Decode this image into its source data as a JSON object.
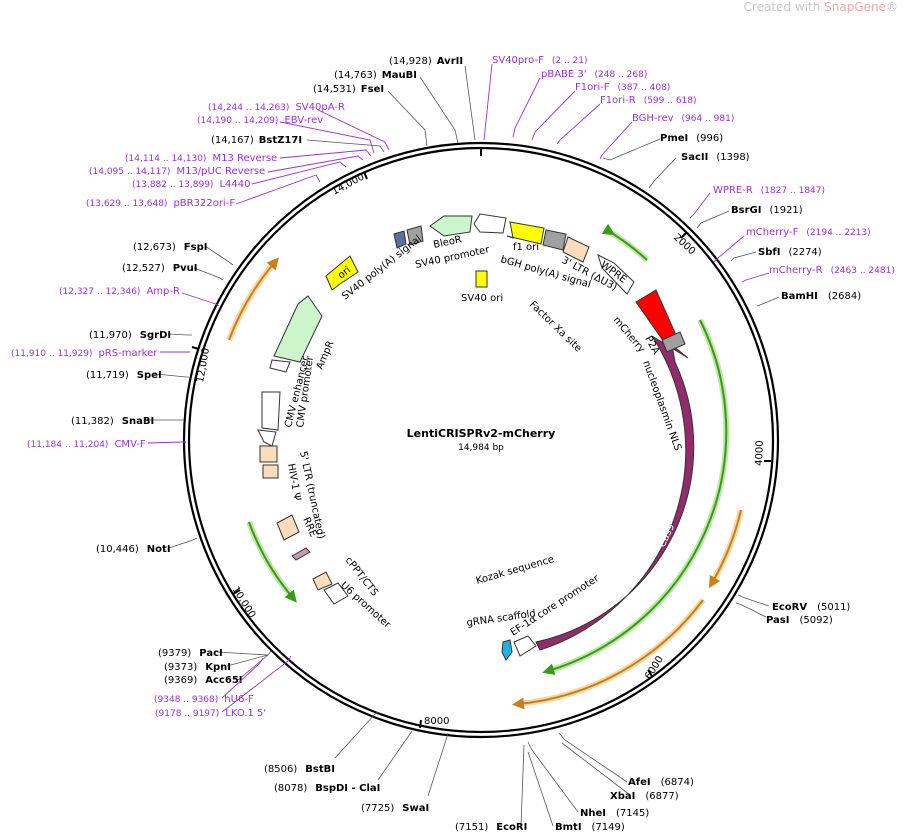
{
  "watermark": {
    "prefix": "Created with",
    "brand": "SnapGene",
    "mark": "®"
  },
  "plasmid": {
    "name": "LentiCRISPRv2-mCherry",
    "size_label": "14,984 bp",
    "length": 14984
  },
  "ticks": [
    "2000",
    "4000",
    "6000",
    "8000",
    "10,000",
    "12,000",
    "14,000"
  ],
  "sites": [
    {
      "name": "AvrII",
      "pos": "(14,928)",
      "bp": 14928
    },
    {
      "name": "MauBI",
      "pos": "(14,763)",
      "bp": 14763
    },
    {
      "name": "FseI",
      "pos": "(14,531)",
      "bp": 14531
    },
    {
      "name": "BstZ17I",
      "pos": "(14,167)",
      "bp": 14167
    },
    {
      "name": "PmeI",
      "pos": "(996)",
      "bp": 996
    },
    {
      "name": "SacII",
      "pos": "(1398)",
      "bp": 1398
    },
    {
      "name": "BsrGI",
      "pos": "(1921)",
      "bp": 1921
    },
    {
      "name": "SbfI",
      "pos": "(2274)",
      "bp": 2274
    },
    {
      "name": "BamHI",
      "pos": "(2684)",
      "bp": 2684
    },
    {
      "name": "EcoRV",
      "pos": "(5011)",
      "bp": 5011
    },
    {
      "name": "PasI",
      "pos": "(5092)",
      "bp": 5092
    },
    {
      "name": "AfeI",
      "pos": "(6874)",
      "bp": 6874
    },
    {
      "name": "XbaI",
      "pos": "(6877)",
      "bp": 6877
    },
    {
      "name": "NheI",
      "pos": "(7145)",
      "bp": 7145
    },
    {
      "name": "BmtI",
      "pos": "(7149)",
      "bp": 7149
    },
    {
      "name": "EcoRI",
      "pos": "(7151)",
      "bp": 7151
    },
    {
      "name": "SwaI",
      "pos": "(7725)",
      "bp": 7725
    },
    {
      "name": "BspDI - ClaI",
      "pos": "(8078)",
      "bp": 8078
    },
    {
      "name": "BstBI",
      "pos": "(8506)",
      "bp": 8506
    },
    {
      "name": "PacI",
      "pos": "(9379)",
      "bp": 9379
    },
    {
      "name": "KpnI",
      "pos": "(9373)",
      "bp": 9373
    },
    {
      "name": "Acc65I",
      "pos": "(9369)",
      "bp": 9369
    },
    {
      "name": "NotI",
      "pos": "(10,446)",
      "bp": 10446
    },
    {
      "name": "SnaBI",
      "pos": "(11,382)",
      "bp": 11382
    },
    {
      "name": "SpeI",
      "pos": "(11,719)",
      "bp": 11719
    },
    {
      "name": "SgrDI",
      "pos": "(11,970)",
      "bp": 11970
    },
    {
      "name": "PvuI",
      "pos": "(12,527)",
      "bp": 12527
    },
    {
      "name": "FspI",
      "pos": "(12,673)",
      "bp": 12673
    }
  ],
  "primers": [
    {
      "name": "SV40pro-F",
      "range": "(2 .. 21)",
      "bp": 12
    },
    {
      "name": "pBABE 3'",
      "range": "(248 .. 268)",
      "bp": 258
    },
    {
      "name": "F1ori-F",
      "range": "(387 .. 408)",
      "bp": 398
    },
    {
      "name": "F1ori-R",
      "range": "(599 .. 618)",
      "bp": 608
    },
    {
      "name": "BGH-rev",
      "range": "(964 .. 981)",
      "bp": 972
    },
    {
      "name": "WPRE-R",
      "range": "(1827 .. 1847)",
      "bp": 1837
    },
    {
      "name": "mCherry-F",
      "range": "(2194 .. 2213)",
      "bp": 2203
    },
    {
      "name": "mCherry-R",
      "range": "(2463 .. 2481)",
      "bp": 2472
    },
    {
      "name": "SV40pA-R",
      "range": "(14,244 .. 14,263)",
      "bp": 14253
    },
    {
      "name": "EBV-rev",
      "range": "(14,190 .. 14,209)",
      "bp": 14199
    },
    {
      "name": "M13 Reverse",
      "range": "(14,114 .. 14,130)",
      "bp": 14122
    },
    {
      "name": "M13/pUC Reverse",
      "range": "(14,095 .. 14,117)",
      "bp": 14106
    },
    {
      "name": "L4440",
      "range": "(13,882 .. 13,899)",
      "bp": 13890
    },
    {
      "name": "pBR322ori-F",
      "range": "(13,629 .. 13,648)",
      "bp": 13638
    },
    {
      "name": "Amp-R",
      "range": "(12,327 .. 12,346)",
      "bp": 12336
    },
    {
      "name": "pRS-marker",
      "range": "(11,910 .. 11,929)",
      "bp": 11919
    },
    {
      "name": "CMV-F",
      "range": "(11,184 .. 11,204)",
      "bp": 11194
    },
    {
      "name": "hU6-F",
      "range": "(9348 .. 9368)",
      "bp": 9358
    },
    {
      "name": "LKO.1 5'",
      "range": "(9178 .. 9197)",
      "bp": 9187
    }
  ],
  "features": [
    {
      "name": "f1 ori",
      "color": "#ffff00"
    },
    {
      "name": "bGH poly(A) signal",
      "color": "#a0a0a0"
    },
    {
      "name": "3' LTR (ΔU3)",
      "color": "#fbdcbc"
    },
    {
      "name": "WPRE",
      "color": "#ffffff"
    },
    {
      "name": "mCherry",
      "color": "#ff0000"
    },
    {
      "name": "P2A",
      "color": "#a0a0a0"
    },
    {
      "name": "nucleoplasmin NLS",
      "color": "#912c6c"
    },
    {
      "name": "Cas9",
      "color": "#912c6c"
    },
    {
      "name": "Factor Xa site",
      "color": "#ffffff"
    },
    {
      "name": "Kozak sequence",
      "color": "#ffffff"
    },
    {
      "name": "EF-1α core promoter",
      "color": "#ffffff"
    },
    {
      "name": "gRNA scaffold",
      "color": "#1fb2e0"
    },
    {
      "name": "U6 promoter",
      "color": "#ffffff"
    },
    {
      "name": "cPPT/CTS",
      "color": "#fbdcbc"
    },
    {
      "name": "RRE",
      "color": "#fbdcbc"
    },
    {
      "name": "HIV-1 Ψ",
      "color": "#fbdcbc"
    },
    {
      "name": "5' LTR (truncated)",
      "color": "#fbdcbc"
    },
    {
      "name": "CMV promoter",
      "color": "#ffffff"
    },
    {
      "name": "CMV enhancer",
      "color": "#ffffff"
    },
    {
      "name": "AmpR",
      "color": "#ccf5cc"
    },
    {
      "name": "ori",
      "color": "#ffff00"
    },
    {
      "name": "SV40 poly(A) signal",
      "color": "#a0a0a0"
    },
    {
      "name": "BleoR",
      "color": "#ccf5cc"
    },
    {
      "name": "SV40 promoter",
      "color": "#ffffff"
    },
    {
      "name": "SV40 ori",
      "color": "#ffff00"
    }
  ],
  "colors": {
    "site_label": "#000000",
    "primer": "#9b30d8",
    "backbone": "#000000",
    "green_arc": "#3a9a1a",
    "orange_arc": "#c98019"
  }
}
